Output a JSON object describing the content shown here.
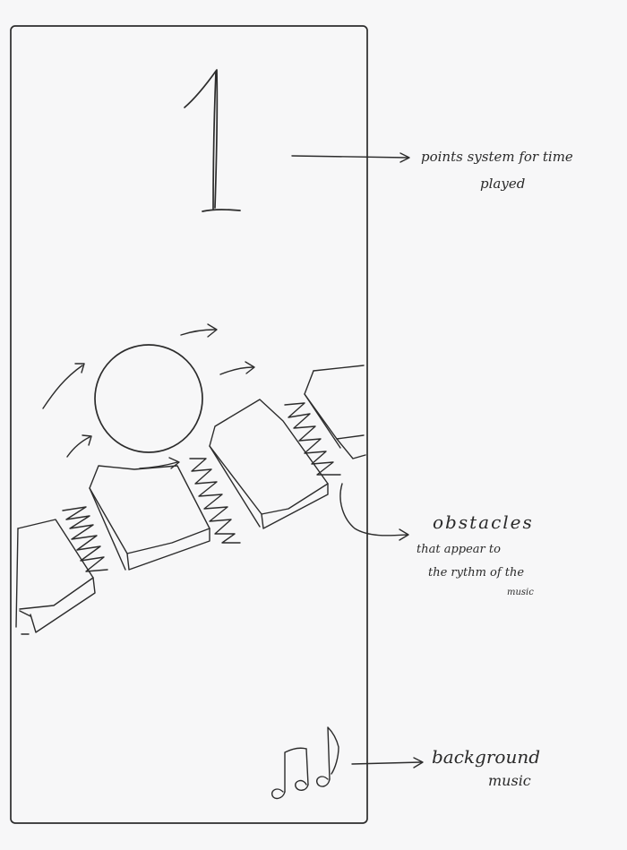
{
  "game": {
    "score": "1"
  },
  "annotations": {
    "points": {
      "line1": "points  system  for  time",
      "line2": "played"
    },
    "obstacles": {
      "title": "obstacles",
      "line1": "that  appear  to",
      "line2": "the  rythm  of  the",
      "line3": "music"
    },
    "music": {
      "line1": "background",
      "line2": "music"
    }
  },
  "icons": {
    "music_notes": "music-notes-icon",
    "player": "player-ball",
    "obstacle": "obstacle-block"
  }
}
